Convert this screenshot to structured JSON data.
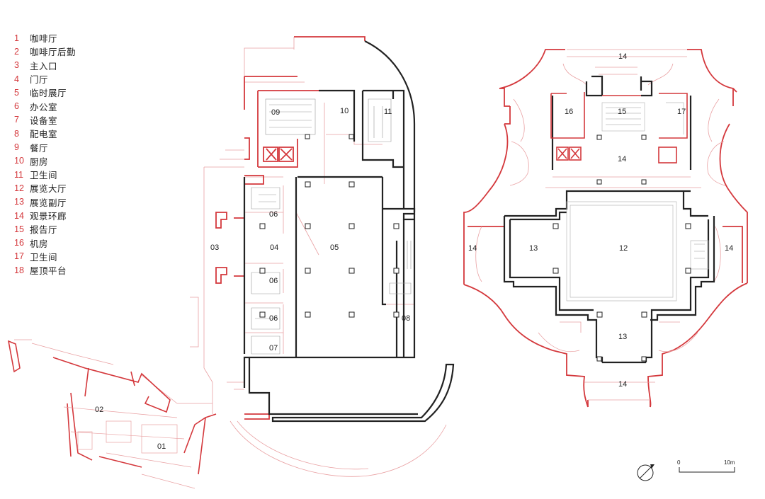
{
  "legend": [
    {
      "num": "1",
      "name": "咖啡厅"
    },
    {
      "num": "2",
      "name": "咖啡厅后勤"
    },
    {
      "num": "3",
      "name": "主入口"
    },
    {
      "num": "4",
      "name": "门厅"
    },
    {
      "num": "5",
      "name": "临时展厅"
    },
    {
      "num": "6",
      "name": "办公室"
    },
    {
      "num": "7",
      "name": "设备室"
    },
    {
      "num": "8",
      "name": "配电室"
    },
    {
      "num": "9",
      "name": "餐厅"
    },
    {
      "num": "10",
      "name": "厨房"
    },
    {
      "num": "11",
      "name": "卫生间"
    },
    {
      "num": "12",
      "name": "展览大厅"
    },
    {
      "num": "13",
      "name": "展览副厅"
    },
    {
      "num": "14",
      "name": "观景环廊"
    },
    {
      "num": "15",
      "name": "报告厅"
    },
    {
      "num": "16",
      "name": "机房"
    },
    {
      "num": "17",
      "name": "卫生间"
    },
    {
      "num": "18",
      "name": "屋顶平台"
    }
  ],
  "room_labels": {
    "r01": "01",
    "r02": "02",
    "r03": "03",
    "r04": "04",
    "r05": "05",
    "r06a": "06",
    "r06b": "06",
    "r06c": "06",
    "r07": "07",
    "r08": "08",
    "r09": "09",
    "r10": "10",
    "r11": "11",
    "r12": "12",
    "r13a": "13",
    "r13b": "13",
    "r14a": "14",
    "r14b": "14",
    "r14c": "14",
    "r14d": "14",
    "r14e": "14",
    "r15": "15",
    "r16": "16",
    "r17": "17"
  },
  "scale": {
    "start": "0",
    "end": "10m"
  },
  "colors": {
    "accent": "#d4383c",
    "wall": "#222222",
    "thin": "#e9a0a2"
  },
  "north_arrow_icon": "north-arrow-icon"
}
